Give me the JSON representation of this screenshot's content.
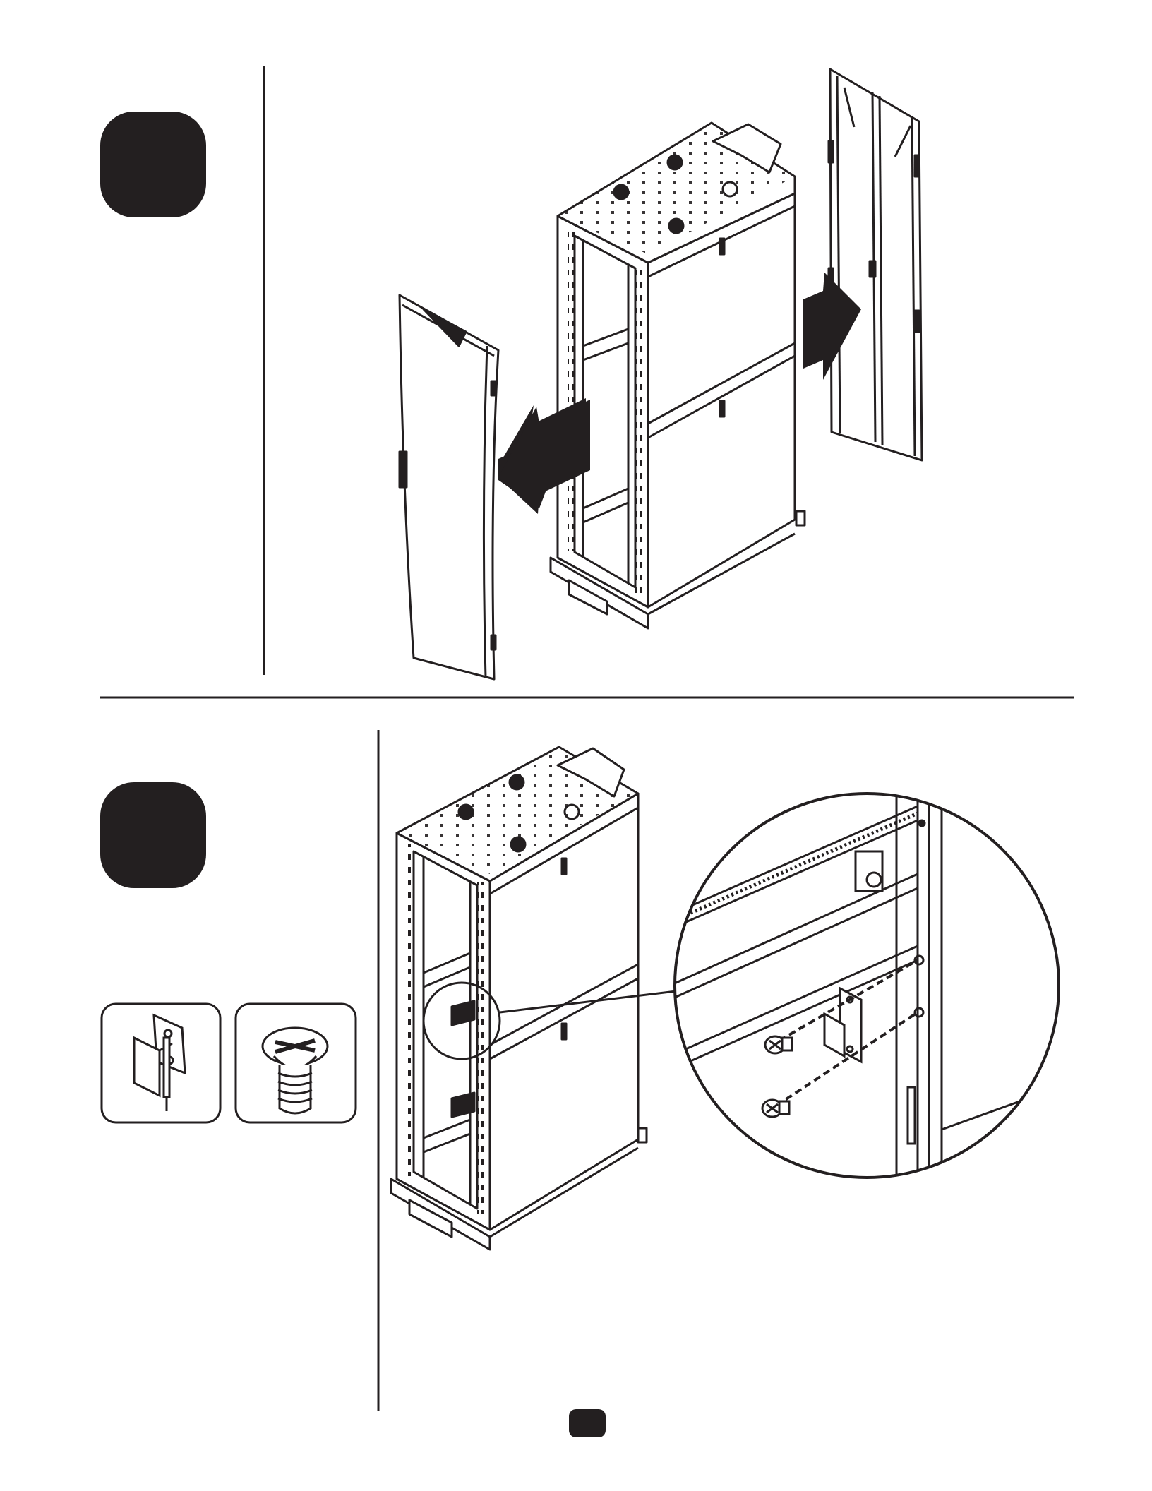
{
  "page": {
    "ink_color": "#231f20",
    "background": "#ffffff"
  },
  "steps": [
    {
      "badge_text": "",
      "illustration": "rack-cabinet-door-removal",
      "icons": [
        "rack-cabinet-icon",
        "front-door-icon",
        "side-panel-icon",
        "arrow-left-icon",
        "arrow-right-icon"
      ]
    },
    {
      "badge_text": "",
      "illustration": "rack-cabinet-hinge-installation",
      "icons": [
        "rack-cabinet-icon",
        "hinge-icon",
        "screw-icon",
        "magnifier-callout-icon"
      ],
      "parts": [
        {
          "name": "hinge",
          "icon": "hinge-icon"
        },
        {
          "name": "screw",
          "icon": "screw-icon"
        }
      ]
    }
  ],
  "footer": {
    "page_number": ""
  }
}
